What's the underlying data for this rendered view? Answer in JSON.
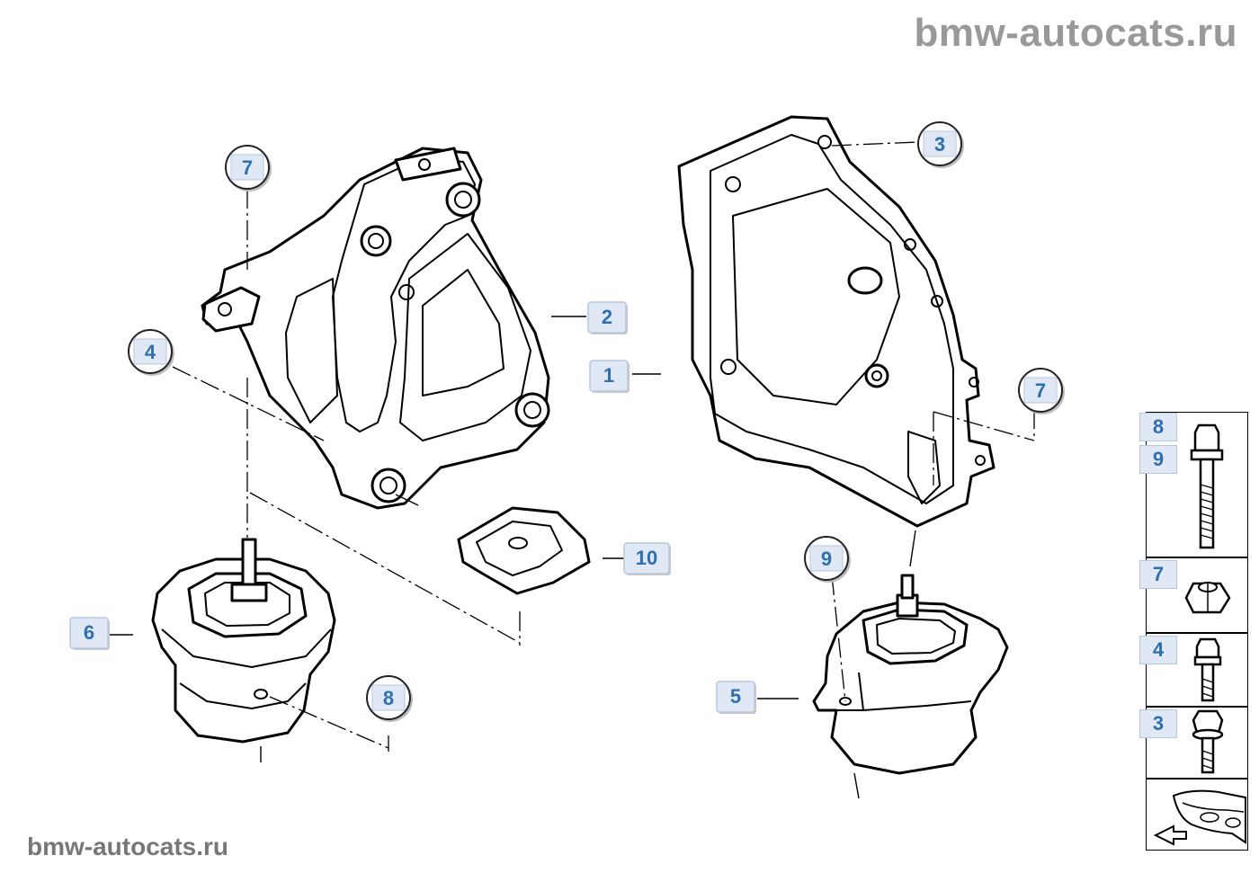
{
  "watermark": {
    "top": "bmw-autocats.ru",
    "bottom": "bmw-autocats.ru"
  },
  "callouts": [
    {
      "id": "c7a",
      "label": "7",
      "shape": "circle"
    },
    {
      "id": "c2",
      "label": "2",
      "shape": "box"
    },
    {
      "id": "c4",
      "label": "4",
      "shape": "circle"
    },
    {
      "id": "c10",
      "label": "10",
      "shape": "box"
    },
    {
      "id": "c6",
      "label": "6",
      "shape": "box"
    },
    {
      "id": "c8",
      "label": "8",
      "shape": "circle"
    },
    {
      "id": "c3",
      "label": "3",
      "shape": "circle"
    },
    {
      "id": "c1",
      "label": "1",
      "shape": "box"
    },
    {
      "id": "c7b",
      "label": "7",
      "shape": "circle"
    },
    {
      "id": "c9",
      "label": "9",
      "shape": "circle"
    },
    {
      "id": "c5",
      "label": "5",
      "shape": "box"
    }
  ],
  "legend": {
    "items": [
      {
        "labels": [
          "8",
          "9"
        ],
        "icon": "long-bolt-icon"
      },
      {
        "labels": [
          "7"
        ],
        "icon": "hex-nut-icon"
      },
      {
        "labels": [
          "4"
        ],
        "icon": "short-bolt-icon"
      },
      {
        "labels": [
          "3"
        ],
        "icon": "flange-bolt-icon"
      }
    ],
    "nav_icon": "car-front-navigation-icon"
  }
}
